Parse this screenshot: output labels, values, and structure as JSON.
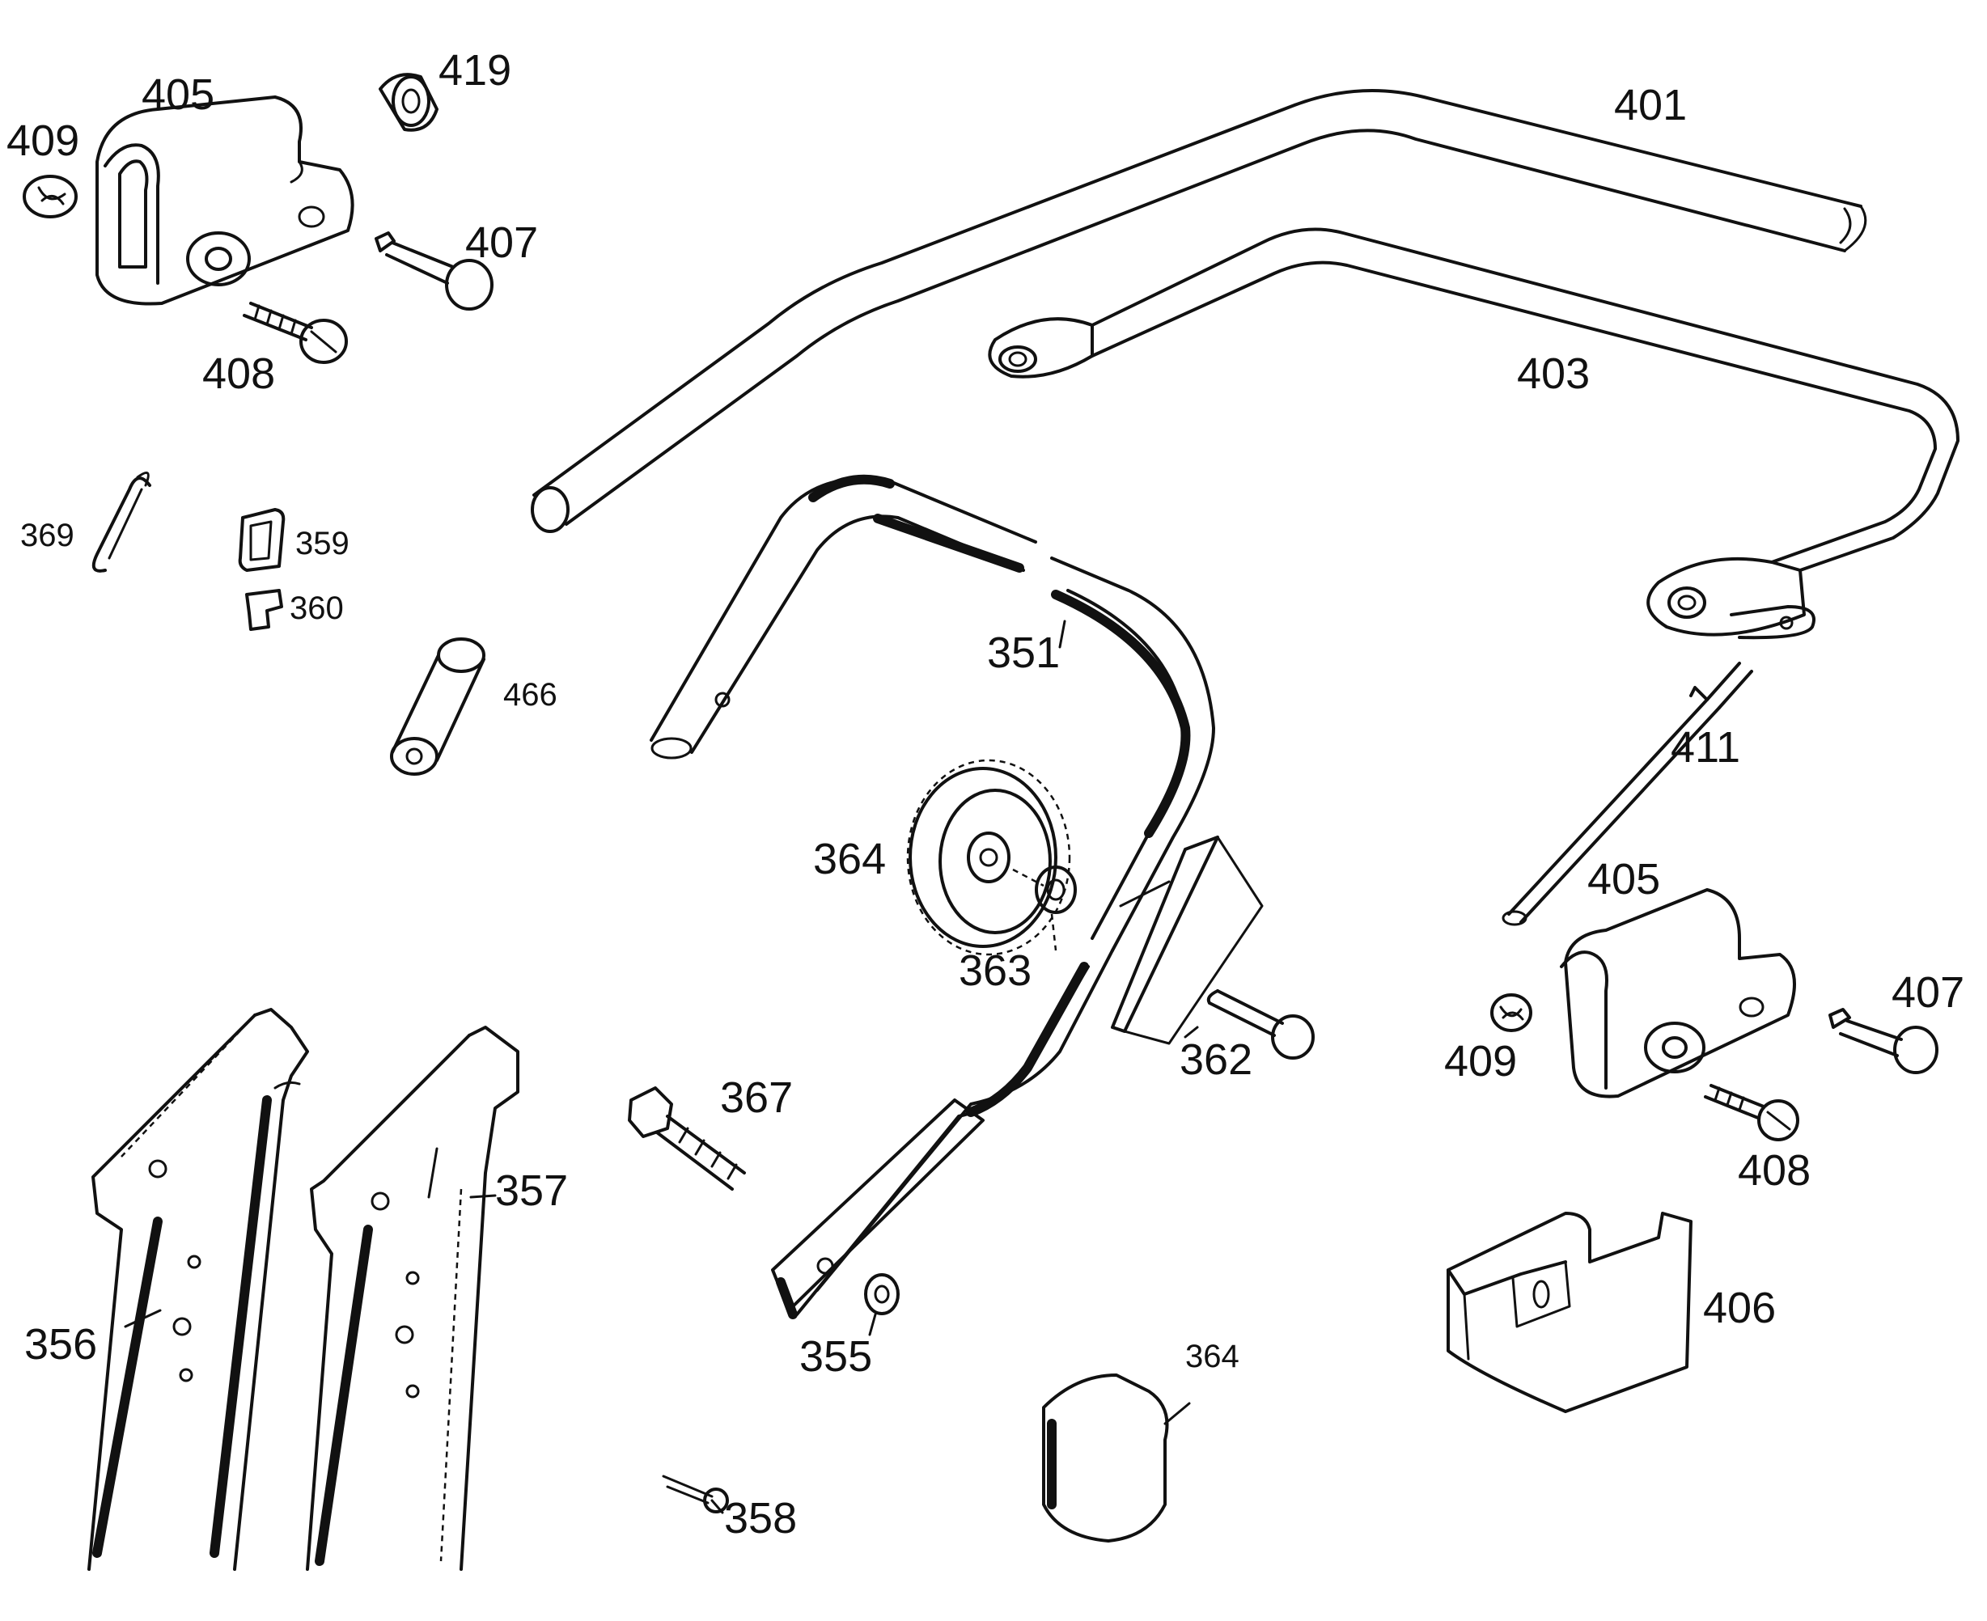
{
  "diagram": {
    "part_labels": [
      {
        "id": "p401",
        "text": "401"
      },
      {
        "id": "p403",
        "text": "403"
      },
      {
        "id": "p405a",
        "text": "405"
      },
      {
        "id": "p405b",
        "text": "405"
      },
      {
        "id": "p406",
        "text": "406"
      },
      {
        "id": "p407a",
        "text": "407"
      },
      {
        "id": "p407b",
        "text": "407"
      },
      {
        "id": "p408a",
        "text": "408"
      },
      {
        "id": "p408b",
        "text": "408"
      },
      {
        "id": "p409a",
        "text": "409"
      },
      {
        "id": "p409b",
        "text": "409"
      },
      {
        "id": "p411",
        "text": "411"
      },
      {
        "id": "p419",
        "text": "419"
      },
      {
        "id": "p466",
        "text": "466"
      },
      {
        "id": "p369",
        "text": "369"
      },
      {
        "id": "p359",
        "text": "359"
      },
      {
        "id": "p360",
        "text": "360"
      },
      {
        "id": "p351",
        "text": "351"
      },
      {
        "id": "p364a",
        "text": "364"
      },
      {
        "id": "p364b",
        "text": "364"
      },
      {
        "id": "p363",
        "text": "363"
      },
      {
        "id": "p362",
        "text": "362"
      },
      {
        "id": "p367",
        "text": "367"
      },
      {
        "id": "p357",
        "text": "357"
      },
      {
        "id": "p356",
        "text": "356"
      },
      {
        "id": "p355",
        "text": "355"
      },
      {
        "id": "p358",
        "text": "358"
      }
    ]
  }
}
